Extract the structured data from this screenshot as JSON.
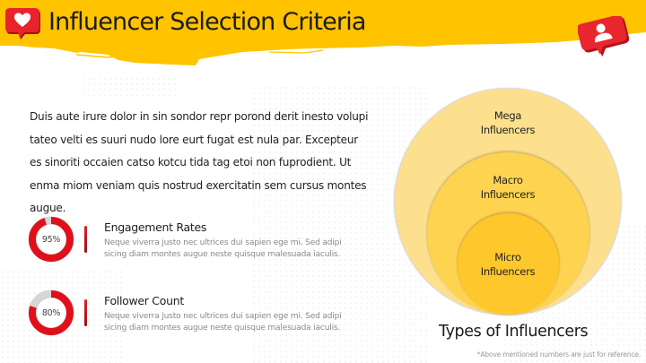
{
  "header": {
    "title": "Influencer Selection Criteria",
    "banner_color": "#ffc300",
    "left_icon": "heart-notification-icon",
    "right_icon": "follower-notification-icon",
    "icon_color": "#e3202a"
  },
  "intro": {
    "text": "Duis aute irure dolor in sin sondor repr porond derit inesto volupi tateo velti es suuri nudo lore eurt fugat est nula par. Excepteur es sinoriti occaien catso kotcu tida tag etoi non fuprodient. Ut enma miom veniam quis nostrud exercitatin sem cursus montes augue."
  },
  "metrics": [
    {
      "title": "Engagement Rates",
      "percent": 95,
      "percent_label": "95%",
      "description": "Neque viverra justo nec ultrices dui sapien ege mi. Sed adipi sicing diam montes augue neste quisque malesuada iaculis."
    },
    {
      "title": "Follower Count",
      "percent": 80,
      "percent_label": "80%",
      "description": "Neque viverra justo nec ultrices dui sapien ege mi. Sed adipi sicing diam montes augue neste quisque malesuada iaculis."
    }
  ],
  "colors": {
    "donut_fill": "#e0101a",
    "donut_track": "#d6d6d6",
    "mega": "#fde08d",
    "macro": "#fdd350",
    "micro": "#fec72c"
  },
  "diagram": {
    "title": "Types of Influencers",
    "rings": [
      {
        "line1": "Mega",
        "line2": "Influencers"
      },
      {
        "line1": "Macro",
        "line2": "Influencers"
      },
      {
        "line1": "Micro",
        "line2": "Influencers"
      }
    ],
    "footnote": "*Above mentioned numbers are just for reference."
  }
}
